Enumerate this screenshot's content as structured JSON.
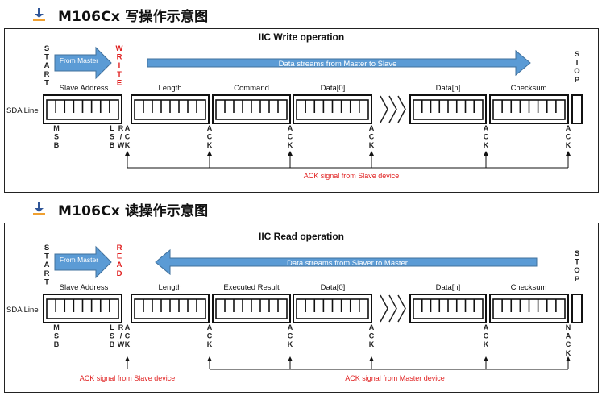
{
  "write_section": {
    "heading": "M106Cx 写操作示意图",
    "title": "IIC Write operation",
    "from_master": "From Master",
    "direction_word": "WRITE",
    "stream_label": "Data streams from Master to Slave",
    "start": "START",
    "stop": "STOP",
    "sda_label": "SDA Line",
    "fields": [
      "Slave Address",
      "Length",
      "Command",
      "Data[0]",
      "Data[n]",
      "Checksum"
    ],
    "msb": "MSB",
    "lsb": "LSB",
    "rw": "R/W",
    "acks": [
      "ACK",
      "ACK",
      "ACK",
      "ACK",
      "ACK",
      "ACK"
    ],
    "ack_note": "ACK signal from Slave device"
  },
  "read_section": {
    "heading": "M106Cx 读操作示意图",
    "title": "IIC Read operation",
    "from_master": "From Master",
    "direction_word": "READ",
    "stream_label": "Data streams from Slaver to Master",
    "start": "START",
    "stop": "STOP",
    "sda_label": "SDA Line",
    "fields": [
      "Slave Address",
      "Length",
      "Executed Result",
      "Data[0]",
      "Data[n]",
      "Checksum"
    ],
    "msb": "MSB",
    "lsb": "LSB",
    "rw": "R/W",
    "acks": [
      "ACK",
      "ACK",
      "ACK",
      "ACK",
      "ACK",
      "NACK"
    ],
    "ack_note_slave": "ACK signal from Slave device",
    "ack_note_master": "ACK signal from Master device"
  },
  "colors": {
    "arrow_fill": "#5B9BD5",
    "arrow_stroke": "#41719C",
    "accent_red": "#E02020",
    "bullet_blue": "#2F5597",
    "bullet_orange": "#F0A030"
  }
}
